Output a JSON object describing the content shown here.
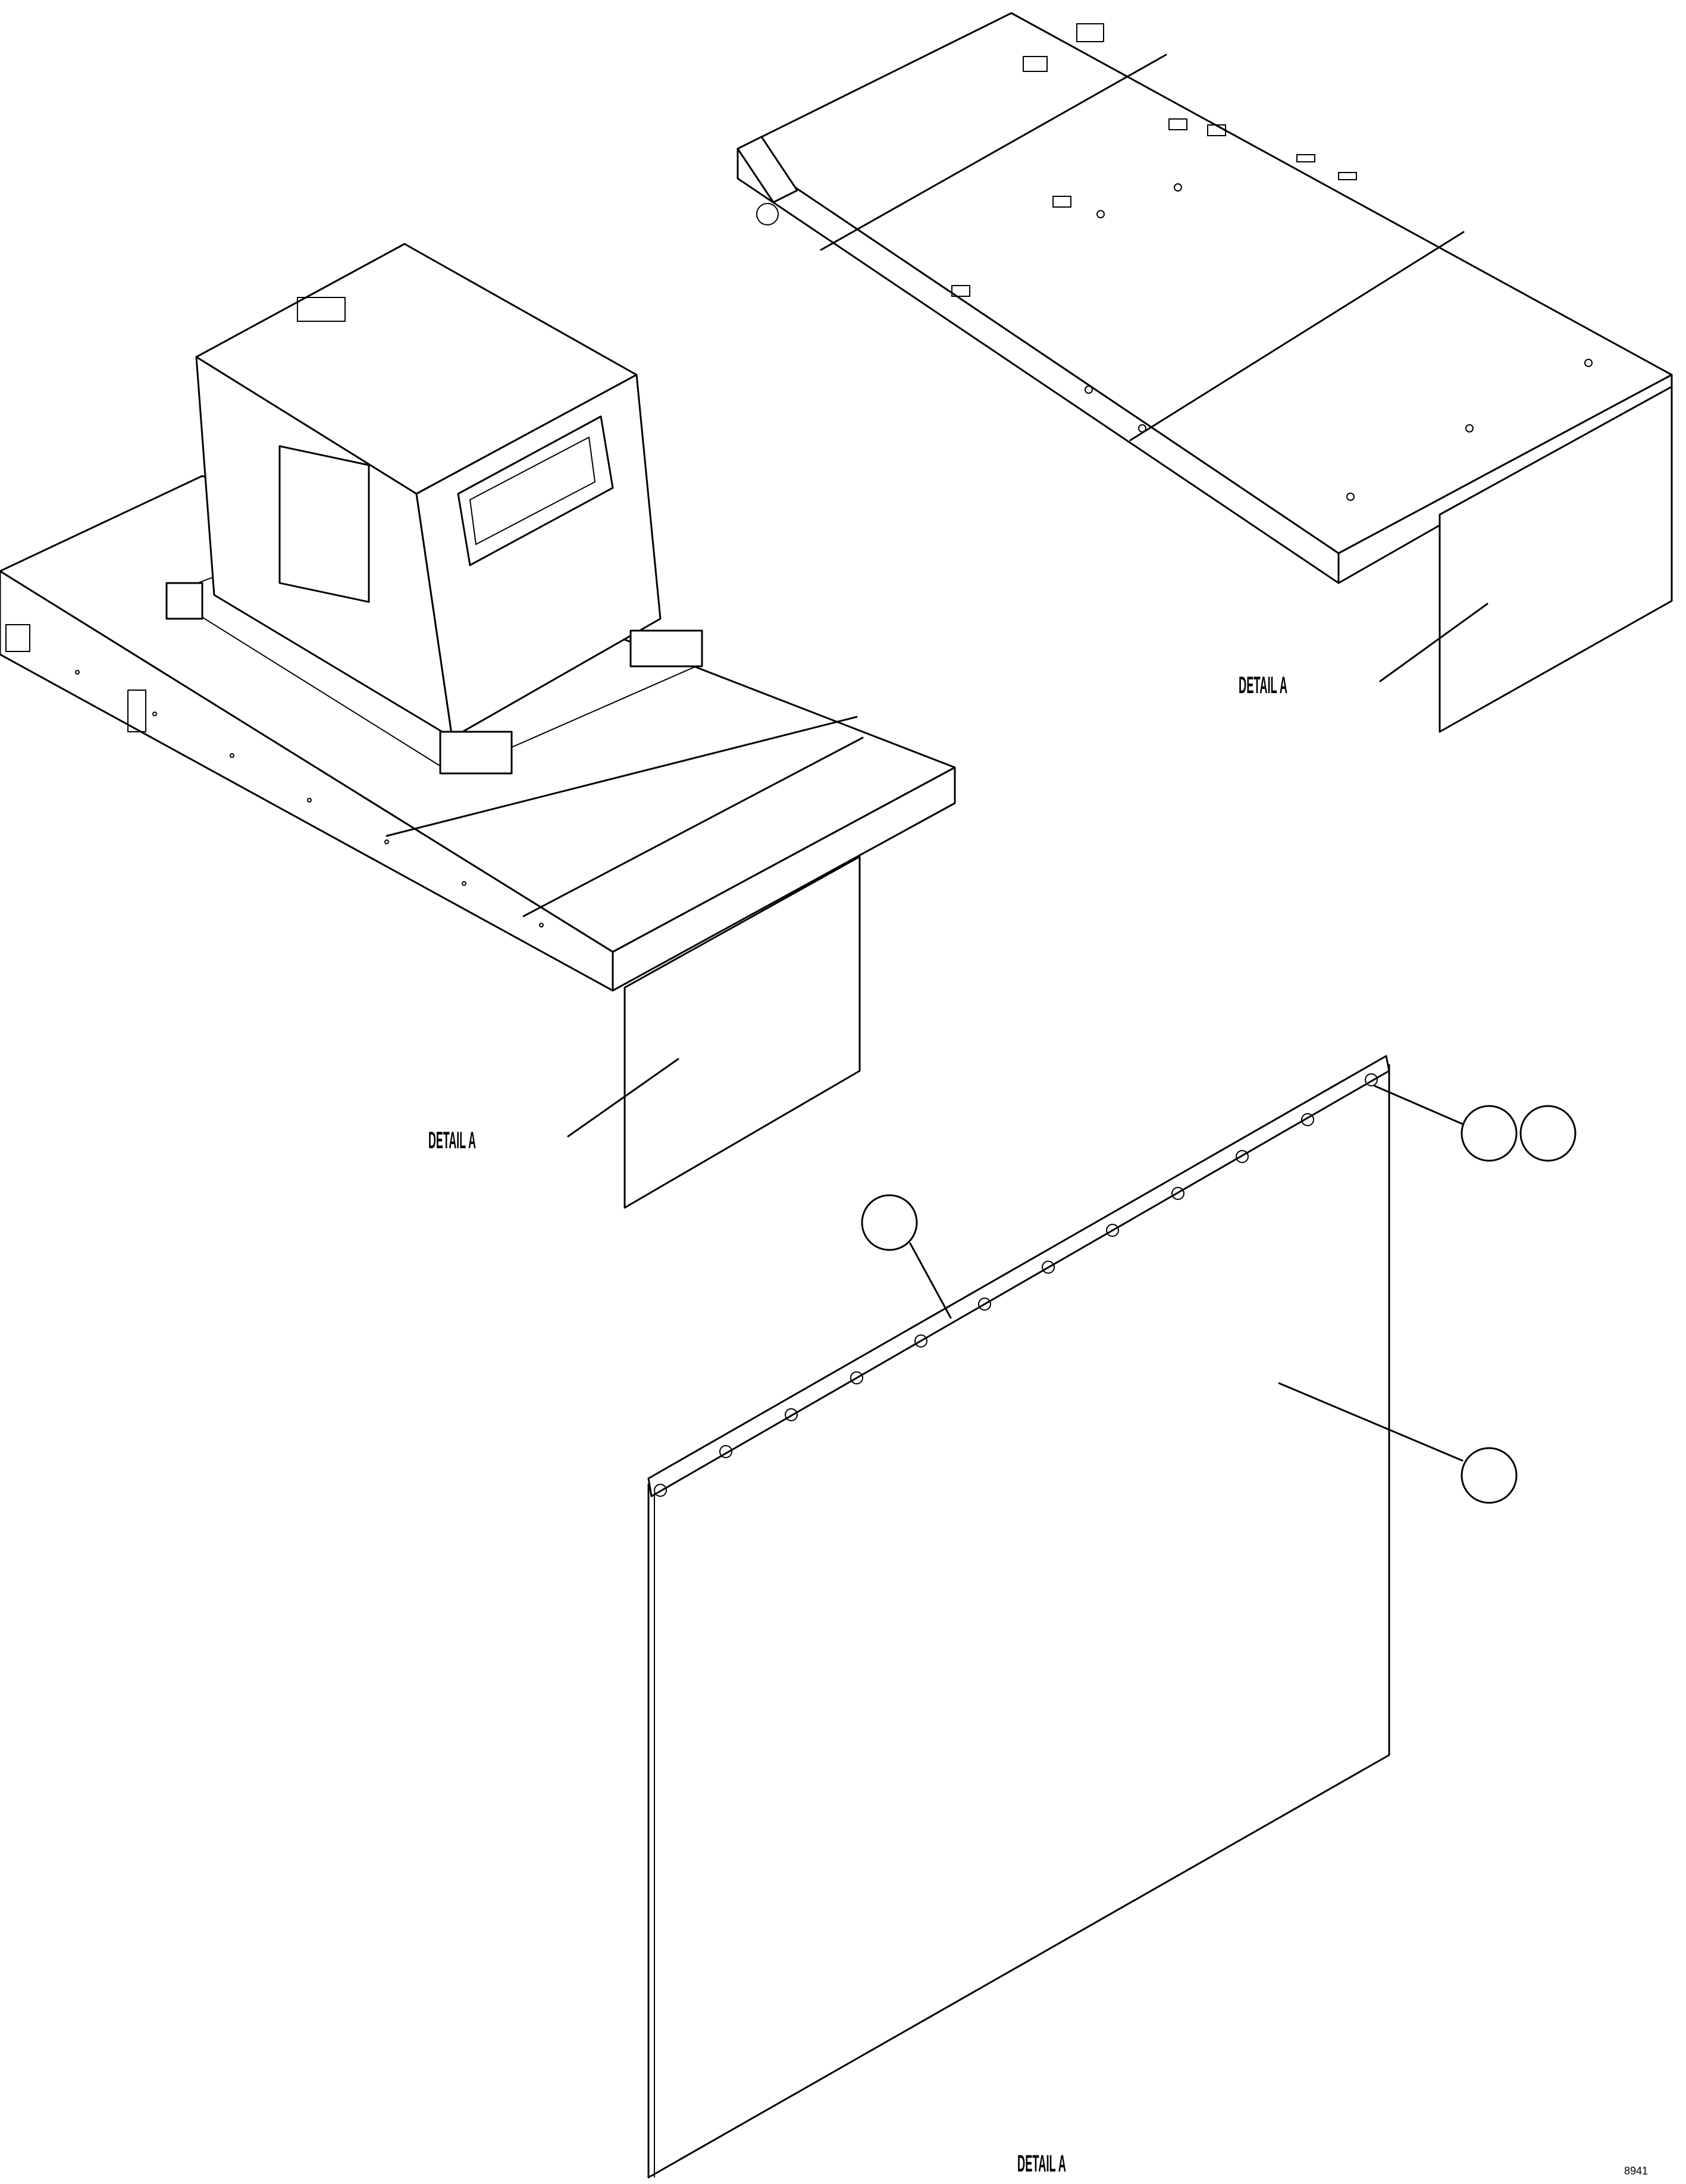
{
  "labels": {
    "detail_a_top_right": "DETAIL A",
    "detail_a_left": "DETAIL A",
    "detail_a_bottom": "DETAIL A",
    "drawing_number": "8941"
  },
  "callouts": [
    {
      "id": "callout-flap-top-right-1",
      "text": ""
    },
    {
      "id": "callout-flap-top-right-2",
      "text": ""
    },
    {
      "id": "callout-flap-rail",
      "text": ""
    },
    {
      "id": "callout-flap-panel",
      "text": ""
    }
  ],
  "colors": {
    "line": "#000000",
    "background": "#ffffff"
  }
}
